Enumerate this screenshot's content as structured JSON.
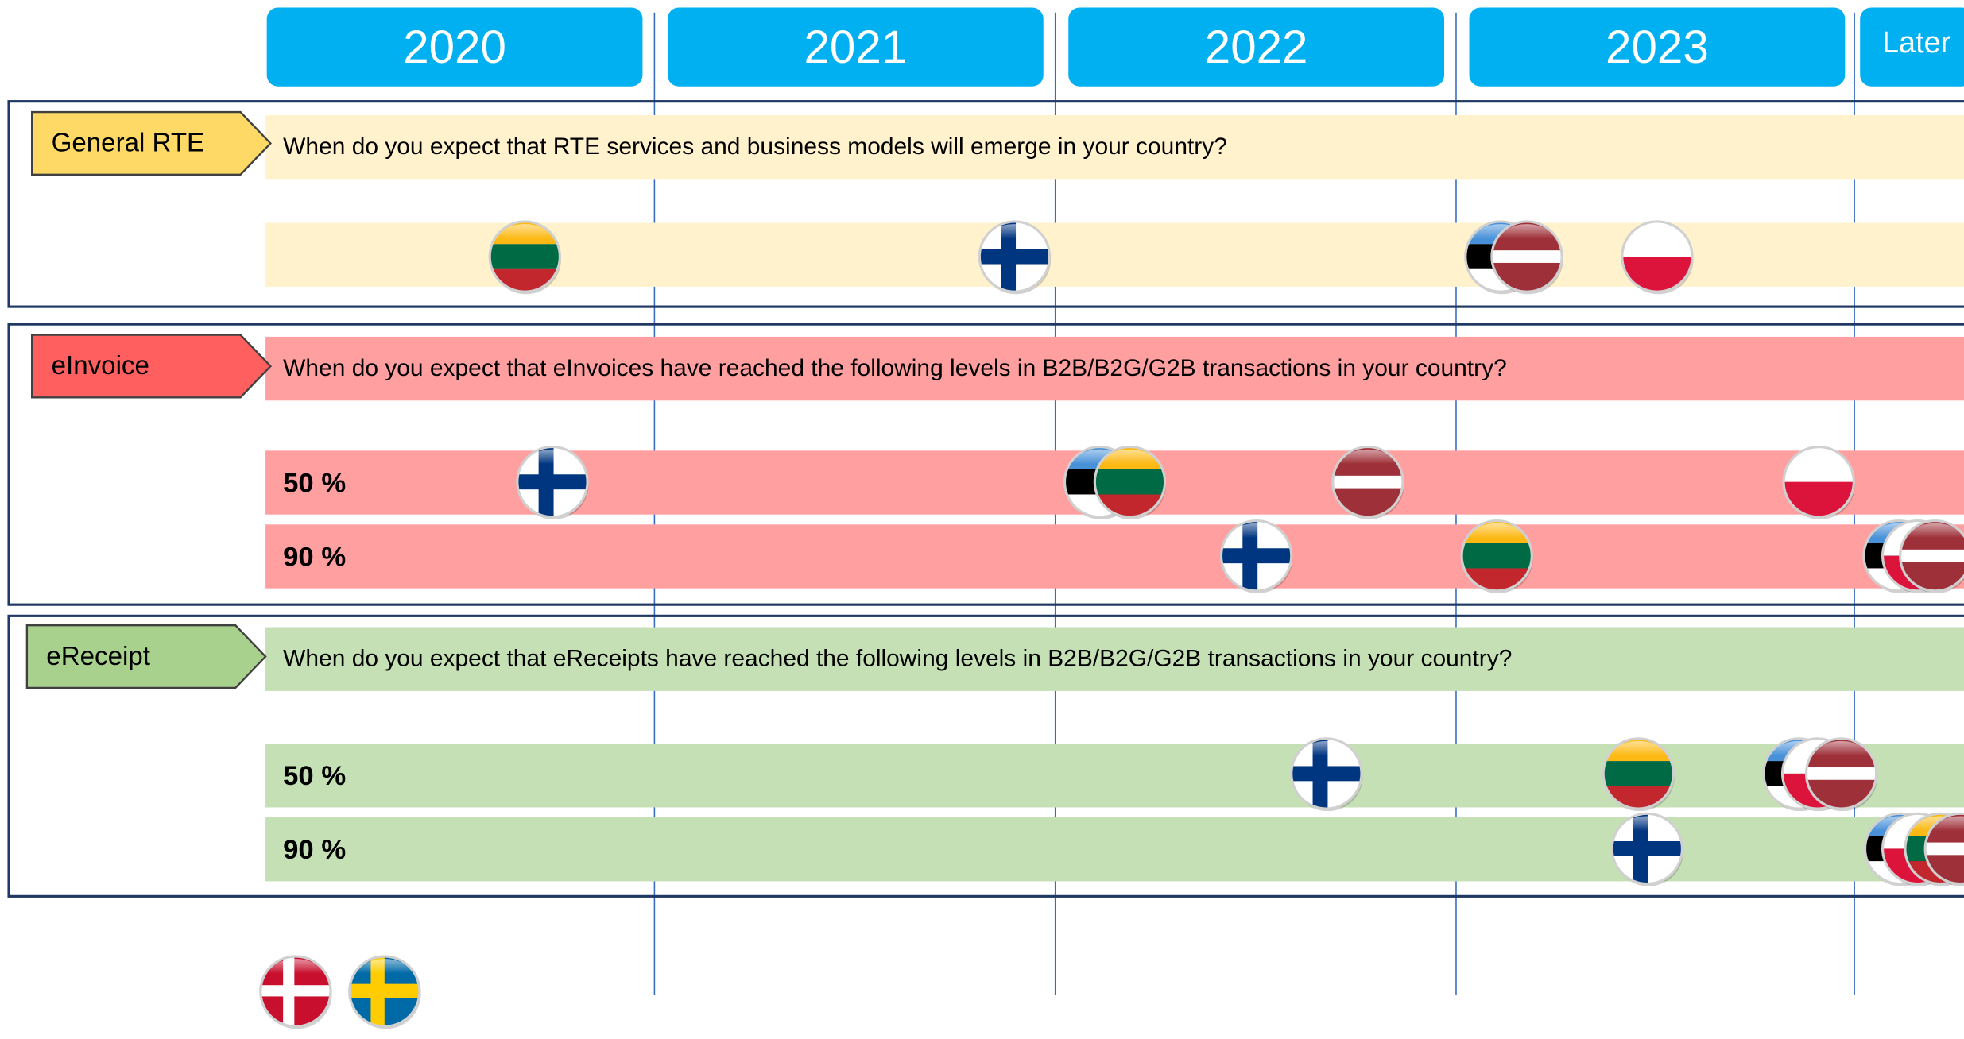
{
  "years": [
    "2020",
    "2021",
    "2022",
    "2023",
    "Later"
  ],
  "sections": {
    "rte": {
      "tag": "General RTE",
      "color": "#ffd966",
      "band_color": "#fff2cc",
      "question": "When do you expect that RTE services and business models will emerge in your country?",
      "rows": [
        {
          "level": "",
          "countries": [
            "Lithuania",
            "Finland",
            "Estonia",
            "Latvia",
            "Poland"
          ]
        }
      ]
    },
    "einvoice": {
      "tag": "eInvoice",
      "color": "#ff5f5f",
      "band_color": "#ff9f9f",
      "question": "When do you expect that eInvoices have reached the following levels in B2B/B2G/G2B transactions in your country?",
      "rows": [
        {
          "level": "50 %",
          "countries": [
            "Finland",
            "Estonia",
            "Lithuania",
            "Latvia",
            "Poland"
          ]
        },
        {
          "level": "90 %",
          "countries": [
            "Finland",
            "Lithuania",
            "Estonia",
            "Poland",
            "Latvia"
          ]
        }
      ]
    },
    "ereceipt": {
      "tag": "eReceipt",
      "color": "#a9d18e",
      "band_color": "#c5e0b4",
      "question": "When do you expect that eReceipts have reached the following levels in B2B/B2G/G2B transactions in your country?",
      "rows": [
        {
          "level": "50 %",
          "countries": [
            "Finland",
            "Lithuania",
            "Estonia",
            "Poland",
            "Latvia"
          ]
        },
        {
          "level": "90 %",
          "countries": [
            "Finland",
            "Estonia",
            "Poland",
            "Lithuania",
            "Latvia"
          ]
        }
      ]
    }
  },
  "no_answer": [
    "Denmark",
    "Sweden"
  ]
}
